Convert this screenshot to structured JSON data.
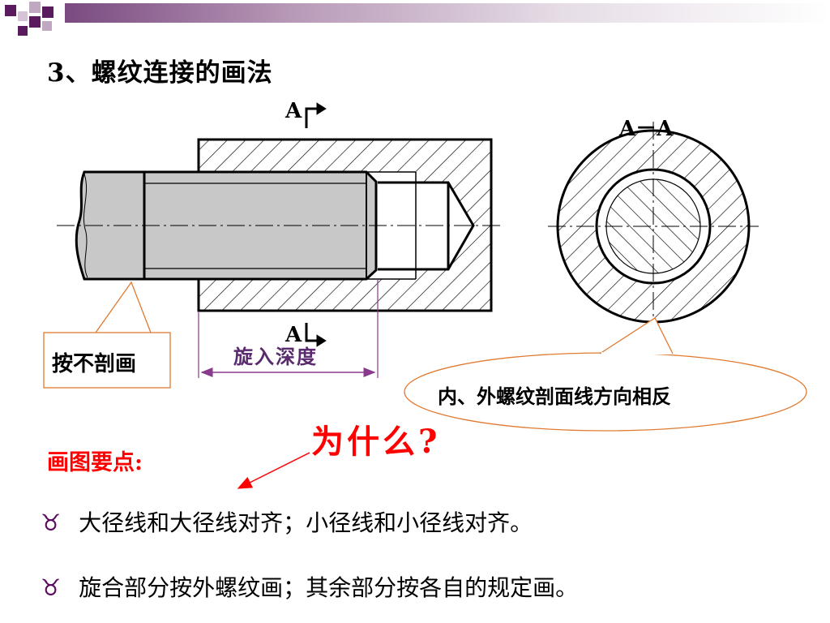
{
  "title": "3、螺纹连接的画法",
  "labels": {
    "section_top": "A",
    "section_bottom": "A",
    "section_view": "A－A",
    "left_note": "按不剖画",
    "depth_note": "旋入深度",
    "right_note": "内、外螺纹剖面线方向相反",
    "question": "为什么?"
  },
  "points": {
    "heading": "画图要点:",
    "bullet_icon": "taurus-bullet-icon",
    "items": [
      "大径线和大径线对齐；小径线和小径线对齐。",
      "旋合部分按外螺纹画；其余部分按各自的规定画。"
    ]
  },
  "colors": {
    "accent_red": "#ff0000",
    "callout_orange": "#e07a30",
    "bullet_purple": "#5a0a5e",
    "depth_purple": "#5a2a6e"
  }
}
